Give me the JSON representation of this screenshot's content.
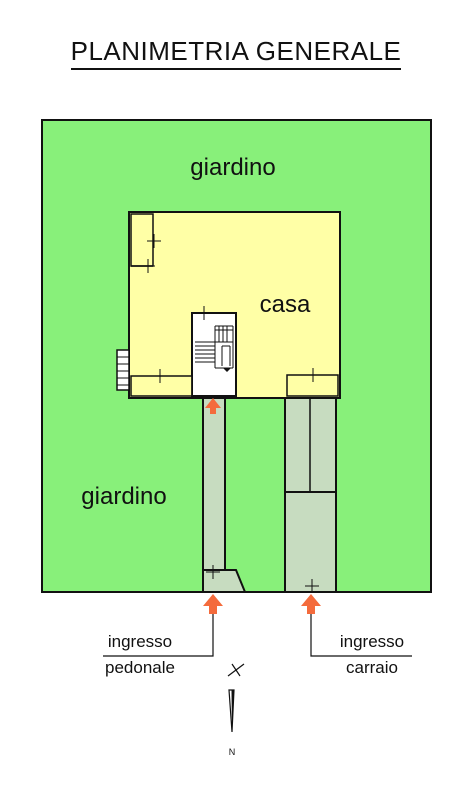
{
  "title": "PLANIMETRIA GENERALE",
  "labels": {
    "garden_top": "giardino",
    "garden_bottom": "giardino",
    "house": "casa",
    "entrance_pedestrian_line1": "ingresso",
    "entrance_pedestrian_line2": "pedonale",
    "entrance_vehicle_line1": "ingresso",
    "entrance_vehicle_line2": "carraio",
    "north": "N"
  },
  "colors": {
    "garden": "#88f07a",
    "house": "#ffffa6",
    "path": "#c7dcc0",
    "arrow": "#f46b3c",
    "outline": "#111111"
  }
}
